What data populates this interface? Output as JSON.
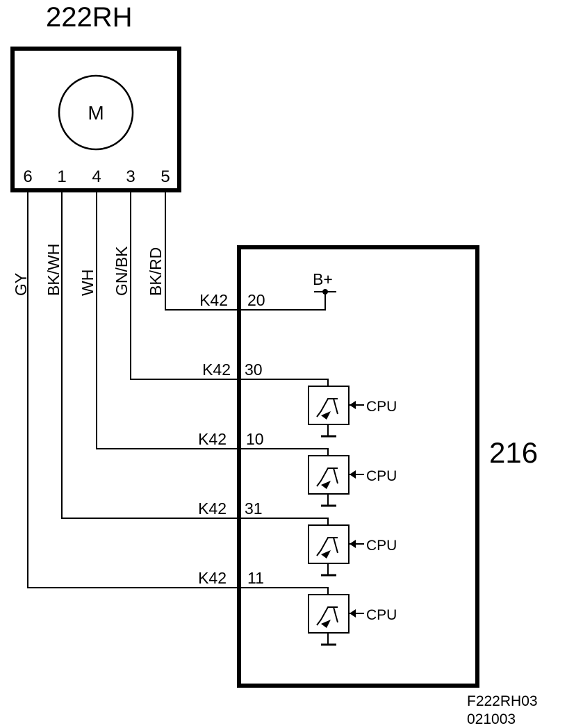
{
  "motor": {
    "title": "222RH",
    "symbol": "M",
    "pins": [
      "6",
      "1",
      "4",
      "3",
      "5"
    ]
  },
  "wires": [
    {
      "pin": "6",
      "color": "GY"
    },
    {
      "pin": "1",
      "color": "BK/WH"
    },
    {
      "pin": "4",
      "color": "WH"
    },
    {
      "pin": "3",
      "color": "GN/BK"
    },
    {
      "pin": "5",
      "color": "BK/RD"
    }
  ],
  "module": {
    "title": "216",
    "supply_label": "B+",
    "connections": [
      {
        "connector": "K42",
        "terminal": "20"
      },
      {
        "connector": "K42",
        "terminal": "30"
      },
      {
        "connector": "K42",
        "terminal": "10"
      },
      {
        "connector": "K42",
        "terminal": "31"
      },
      {
        "connector": "K42",
        "terminal": "11"
      }
    ],
    "drivers": [
      {
        "label": "CPU"
      },
      {
        "label": "CPU"
      },
      {
        "label": "CPU"
      },
      {
        "label": "CPU"
      }
    ]
  },
  "footer": {
    "figure_id": "F222RH03",
    "date_code": "021003"
  }
}
